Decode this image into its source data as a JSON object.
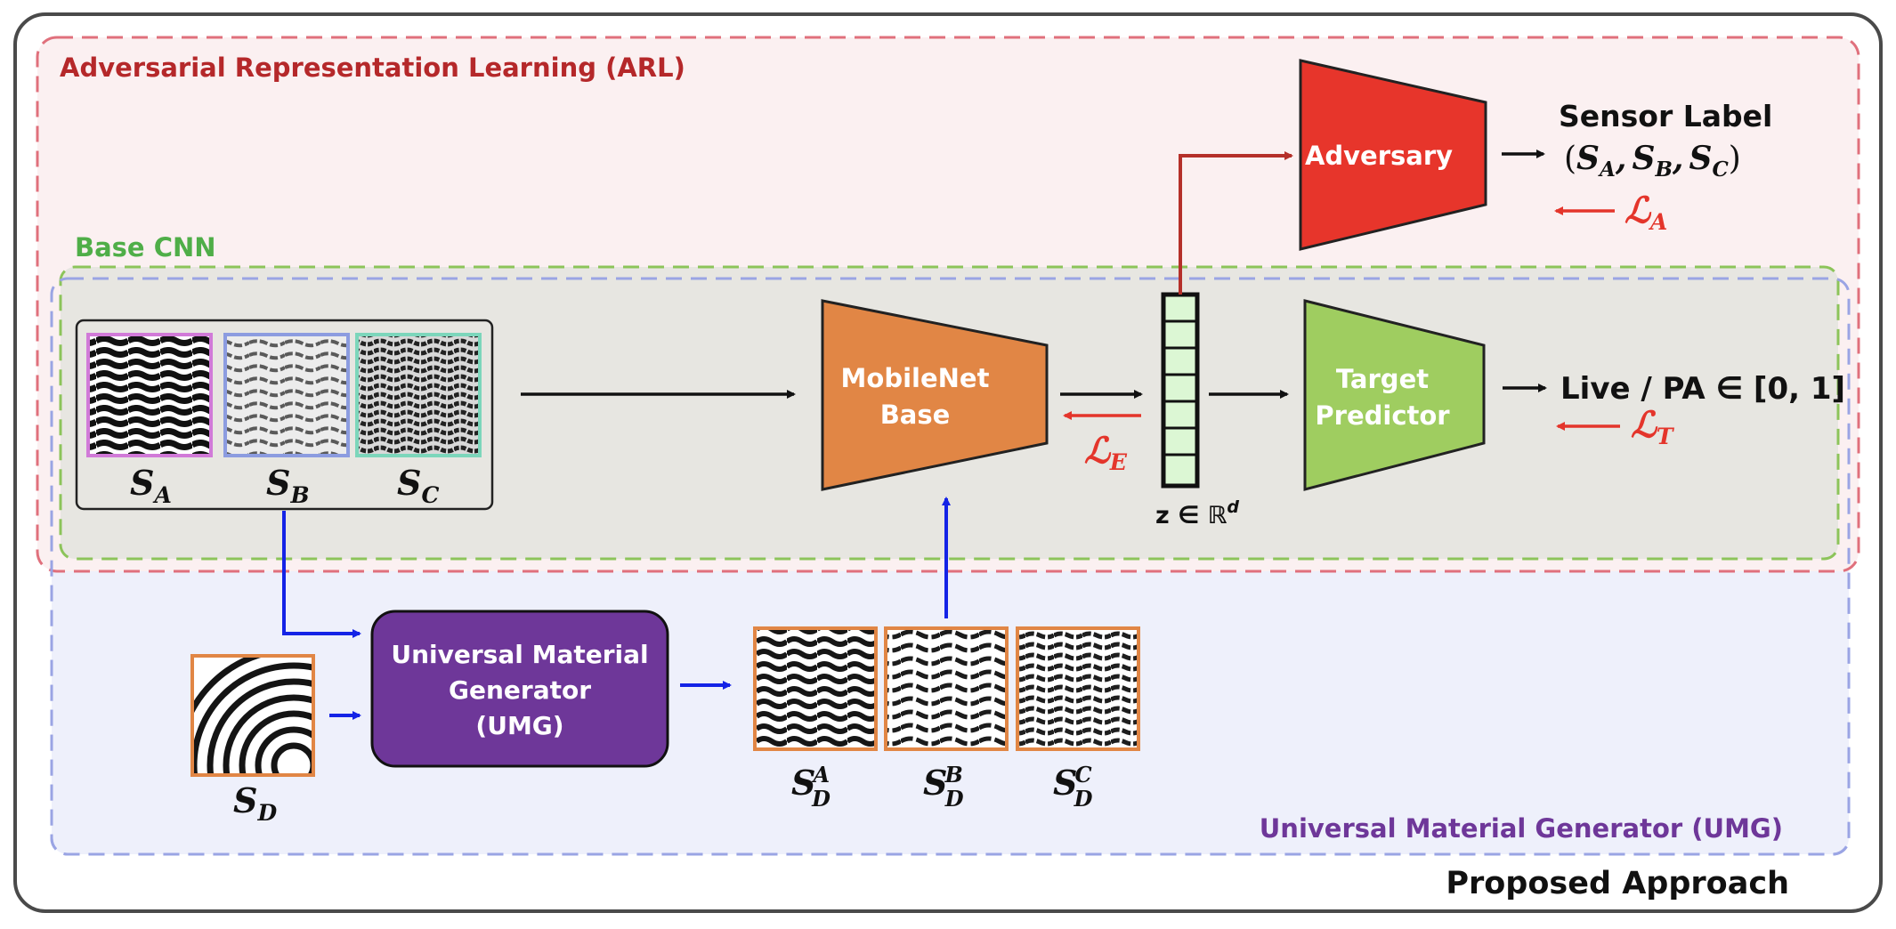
{
  "regions": {
    "arl_title": "Adversarial Representation Learning (ARL)",
    "base_cnn_title": "Base CNN",
    "umg_title": "Universal Material Generator (UMG)",
    "footer_title": "Proposed Approach"
  },
  "blocks": {
    "mobilenet": [
      "MobileNet",
      "Base"
    ],
    "adversary": [
      "Adversary"
    ],
    "target": [
      "Target",
      "Predictor"
    ],
    "umg": [
      "Universal Material",
      "Generator",
      "(UMG)"
    ]
  },
  "outputs": {
    "sensor_label": "Sensor Label",
    "sensor_set_open": "(",
    "sensor_set_close": ")",
    "live_pa": "Live / PA ∈ [0, 1]",
    "latent": "z ∈ ℝ"
  },
  "math": {
    "S": "S",
    "L": "ℒ",
    "sub_A": "A",
    "sub_B": "B",
    "sub_C": "C",
    "sub_D": "D",
    "sub_E": "E",
    "sub_T": "T",
    "comma": ",",
    "d": "d"
  },
  "colors": {
    "arl_border": "#e0707c",
    "arl_fill": "#fbf0f1",
    "umg_border": "#9aa4e4",
    "umg_fill": "#eef0fb",
    "cnn_border": "#8cc45a",
    "cnn_fill": "#e7e6e1",
    "mobilenet": "#e18645",
    "adversary": "#e7352b",
    "target": "#9fcd60",
    "umg_block": "#6e3799",
    "latent_cell": "#dcf7d4",
    "loss_arrow": "#e4352b",
    "umg_arrow": "#1423e6",
    "adv_arrow": "#b5302a"
  },
  "icons": [
    "fingerprint-patch-sa",
    "fingerprint-patch-sb",
    "fingerprint-patch-sc",
    "fingerprint-patch-sd",
    "fingerprint-patch-sda",
    "fingerprint-patch-sdb",
    "fingerprint-patch-sdc"
  ]
}
